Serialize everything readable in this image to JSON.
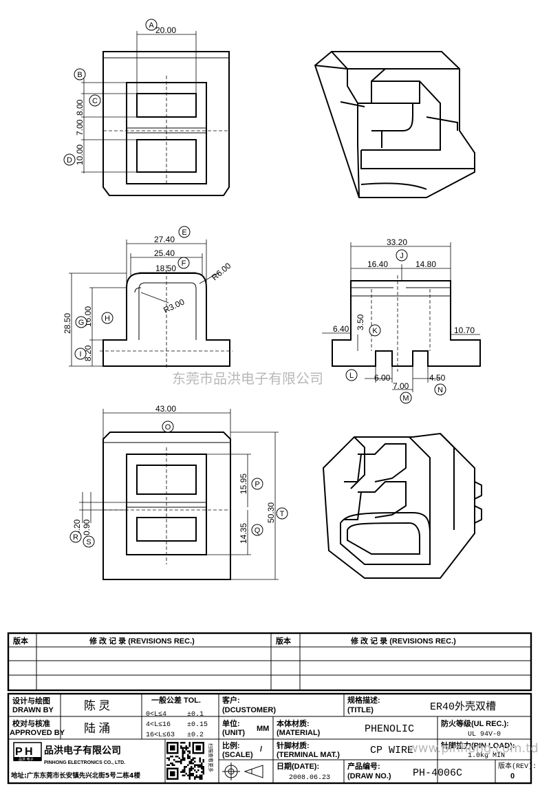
{
  "drawing": {
    "dims": {
      "d20": "20.00",
      "d8": "8.00",
      "d7a": "7.00",
      "d10": "10.00",
      "d2740": "27.40",
      "d2540": "25.40",
      "d1850": "18.50",
      "r6": "R6.00",
      "r3": "R3.00",
      "d2850": "28.50",
      "d16": "16.00",
      "d820": "8.20",
      "d3320": "33.20",
      "d1640": "16.40",
      "d1480": "14.80",
      "d640": "6.40",
      "d350": "3.50",
      "d1070": "10.70",
      "d6": "6.00",
      "d7b": "7.00",
      "d450": "4.50",
      "d43": "43.00",
      "d1595": "15.95",
      "d1435": "14.35",
      "d5030": "50.30",
      "d320": "3.20",
      "d090": "0.90"
    },
    "callouts": [
      "A",
      "B",
      "C",
      "D",
      "E",
      "F",
      "G",
      "H",
      "I",
      "J",
      "K",
      "L",
      "M",
      "N",
      "O",
      "P",
      "Q",
      "R",
      "S",
      "T"
    ]
  },
  "watermark": {
    "main": "东莞市品洪电子有限公司",
    "url": "www.pinhong.com.td"
  },
  "revisions": {
    "col_ver": "版本",
    "col_rec": "修 改 记 录 (REVISIONS REC.)"
  },
  "titleblock": {
    "designed_cn": "设计与绘图",
    "designed_en": "DRAWN BY",
    "designer": "陈 灵",
    "checked_cn": "校对与核准",
    "checked_en": "APPROVED BY",
    "checker": "陆 涌",
    "tol_title": "一般公差 TOL.",
    "tol_r1": "0<L≤4",
    "tol_v1": "±0.1",
    "tol_r2": "4<L≤16",
    "tol_v2": "±0.15",
    "tol_r3": "16<L≤63",
    "tol_v3": "±0.2",
    "customer_cn": "客户:",
    "customer_en": "(DCUSTOMER)",
    "unit_cn": "单位:",
    "unit_en": "(UNIT)",
    "unit_val": "MM",
    "scale_cn": "比例:",
    "scale_en": "(SCALE)",
    "scale_val": "/",
    "title_cn": "规格描述:",
    "title_en": "(TITLE)",
    "title_val": "ER40外壳双槽",
    "material_cn": "本体材质:",
    "material_en": "(MATERIAL)",
    "material_val": "PHENOLIC",
    "ul_cn": "防火等级(UL REC.):",
    "ul_val": "UL 94V-0",
    "terminal_cn": "针脚材质:",
    "terminal_en": "(TERMINAL MAT.)",
    "terminal_val": "CP WIRE",
    "pin_cn": "针脚拉力(PIN LOAD):",
    "pin_val": "1.0kg MIN",
    "date_cn": "日期(DATE):",
    "date_val": "2008.06.23",
    "drawno_cn": "产品编号:",
    "drawno_en": "(DRAW NO.)",
    "drawno_val": "PH-4006C",
    "rev_cn": "版本(REV):",
    "rev_val": "0",
    "company_cn": "品洪电子有限公司",
    "company_en": "PINHONG ELECTRONICS CO., LTD.",
    "address": "地址:广东东莞市长安镇先兴北街5号二栋4楼",
    "logo_sub": "品洪 电子",
    "qr_note": "扫描查看更多"
  }
}
